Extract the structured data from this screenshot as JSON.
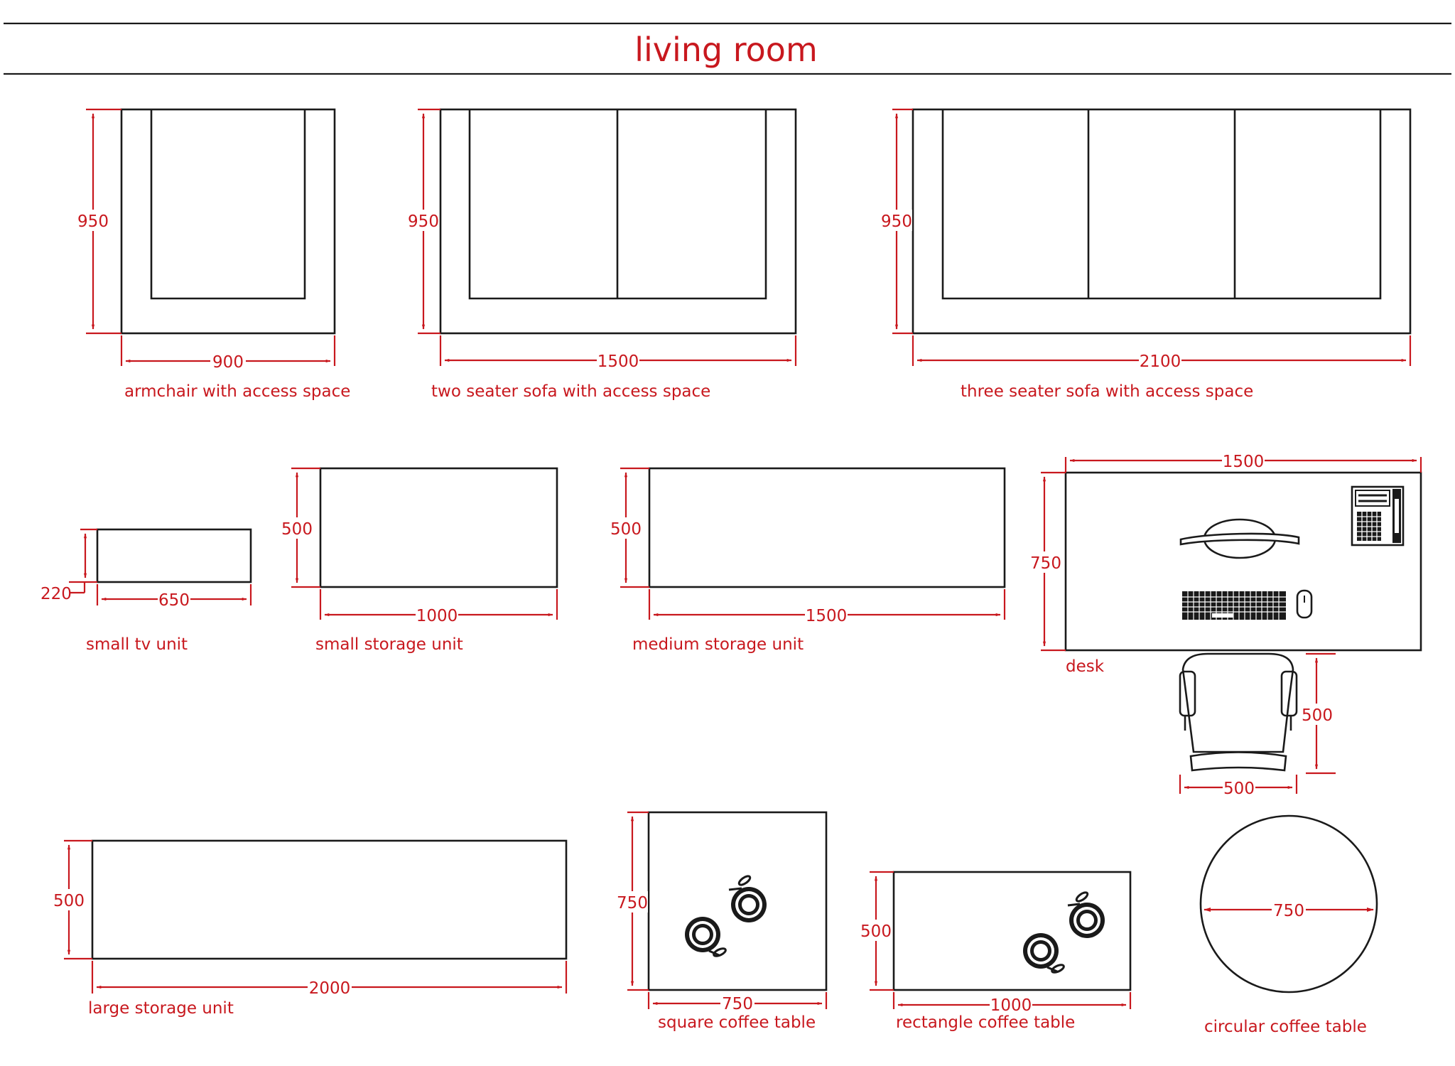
{
  "title": "living room",
  "colors": {
    "accent": "#c8181e",
    "line": "#1a1a1a"
  },
  "items": {
    "armchair": {
      "label": "armchair with access space",
      "width": "900",
      "depth": "950"
    },
    "two_seater": {
      "label": "two seater sofa with access space",
      "width": "1500",
      "depth": "950"
    },
    "three_seater": {
      "label": "three seater sofa with access space",
      "width": "2100",
      "depth": "950"
    },
    "small_tv": {
      "label": "small tv unit",
      "width": "650",
      "depth": "220"
    },
    "small_storage": {
      "label": "small storage unit",
      "width": "1000",
      "depth": "500"
    },
    "medium_storage": {
      "label": "medium storage unit",
      "width": "1500",
      "depth": "500"
    },
    "desk": {
      "label": "desk",
      "width": "1500",
      "depth": "750",
      "chair_width": "500",
      "chair_depth": "500"
    },
    "large_storage": {
      "label": "large storage unit",
      "width": "2000",
      "depth": "500"
    },
    "square_table": {
      "label": "square coffee table",
      "width": "750",
      "depth": "750"
    },
    "rect_table": {
      "label": "rectangle coffee table",
      "width": "1000",
      "depth": "500"
    },
    "circular_table": {
      "label": "circular coffee table",
      "diameter": "750"
    }
  }
}
